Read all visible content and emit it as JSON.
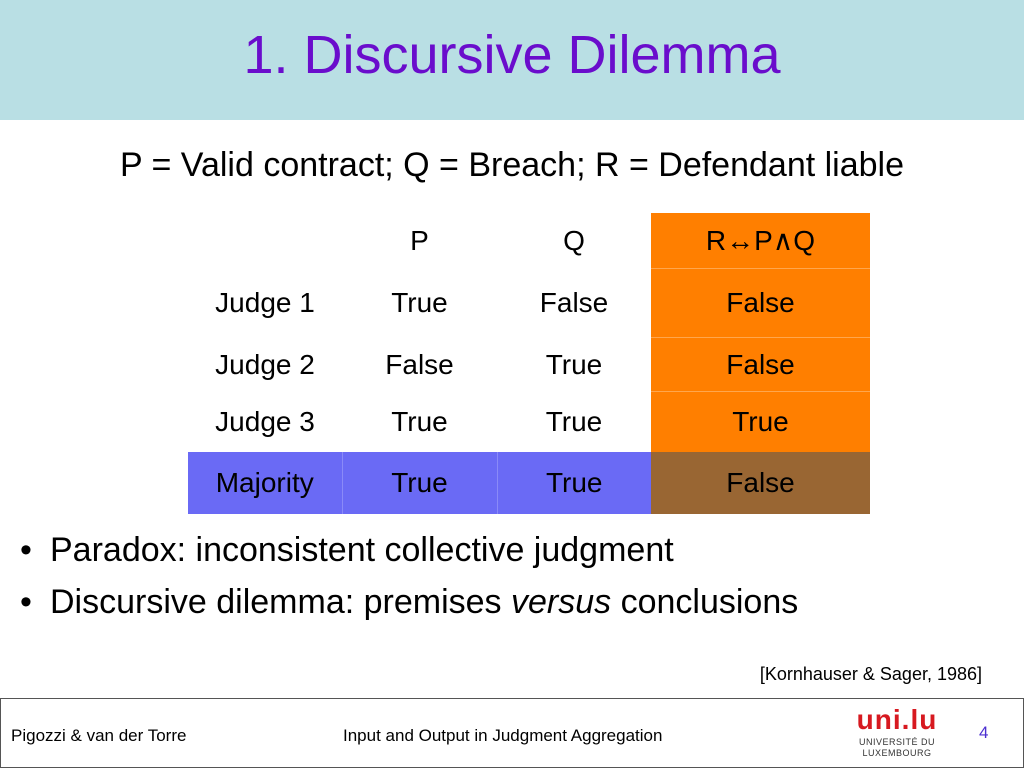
{
  "slide": {
    "title": "1. Discursive Dilemma",
    "subtitle": "P = Valid contract; Q = Breach; R = Defendant liable"
  },
  "table": {
    "header": [
      "",
      "P",
      "Q",
      "R↔P∧Q"
    ],
    "rows": [
      [
        "Judge 1",
        "True",
        "False",
        "False"
      ],
      [
        "Judge 2",
        "False",
        "True",
        "False"
      ],
      [
        "Judge 3",
        "True",
        "True",
        "True"
      ],
      [
        "Majority",
        "True",
        "True",
        "False"
      ]
    ]
  },
  "bullets": {
    "b1": "Paradox: inconsistent collective judgment",
    "b2_pre": "Discursive dilemma: premises ",
    "b2_em": "versus",
    "b2_post": " conclusions"
  },
  "citation": "[Kornhauser & Sager, 1986]",
  "footer": {
    "authors": "Pigozzi & van der Torre",
    "title": "Input and Output in Judgment Aggregation",
    "page": "4",
    "logo_mark": "uni.lu",
    "logo_line1": "UNIVERSITÉ DU",
    "logo_line2": "LUXEMBOURG"
  }
}
